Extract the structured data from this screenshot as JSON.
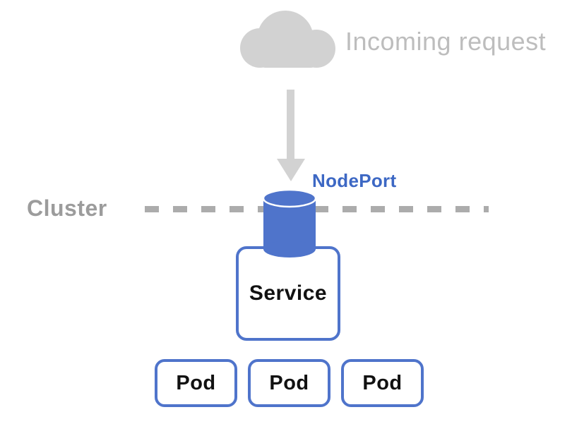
{
  "labels": {
    "incoming_request": "Incoming request",
    "nodeport": "NodePort",
    "cluster": "Cluster",
    "service": "Service"
  },
  "pods": [
    {
      "label": "Pod"
    },
    {
      "label": "Pod"
    },
    {
      "label": "Pod"
    }
  ],
  "icons": {
    "cloud": "cloud-icon",
    "arrow": "arrow-down-icon",
    "cylinder": "nodeport-cylinder-icon"
  },
  "colors": {
    "blue_shape": "#4f74cb",
    "blue_text": "#3d68c4",
    "gray_cloud_arrow": "#d2d2d2",
    "gray_incoming_text": "#bdbdbd",
    "gray_cluster_text": "#9c9c9c",
    "gray_dashes": "#acacac",
    "text_dark": "#111111",
    "background": "#ffffff"
  }
}
